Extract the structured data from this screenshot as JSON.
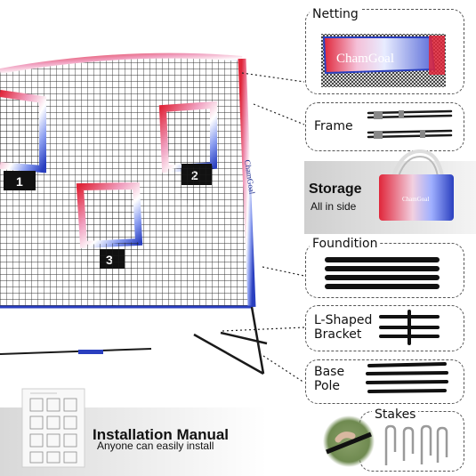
{
  "brand": "ChamGoal",
  "net": {
    "pocket_numbers": [
      "1",
      "2",
      "3"
    ],
    "side_text": "ChamGoal"
  },
  "components": {
    "netting": "Netting",
    "frame": "Frame",
    "storage_title": "Storage",
    "storage_sub": "All in side",
    "foundation": "Foundition",
    "bracket_line1": "L-Shaped",
    "bracket_line2": "Bracket",
    "base_line1": "Base",
    "base_line2": "Pole",
    "stakes": "Stakes"
  },
  "manual": {
    "title": "Installation Manual",
    "subtitle": "Anyone can easily install"
  },
  "bag_label": "ChamGoal",
  "colors": {
    "red": "#e0263a",
    "blue": "#2a3fbf",
    "pink": "#e98ab6",
    "white": "#ffffff",
    "frame": "#1a1a1a",
    "storage_bag": "#d93a52"
  }
}
